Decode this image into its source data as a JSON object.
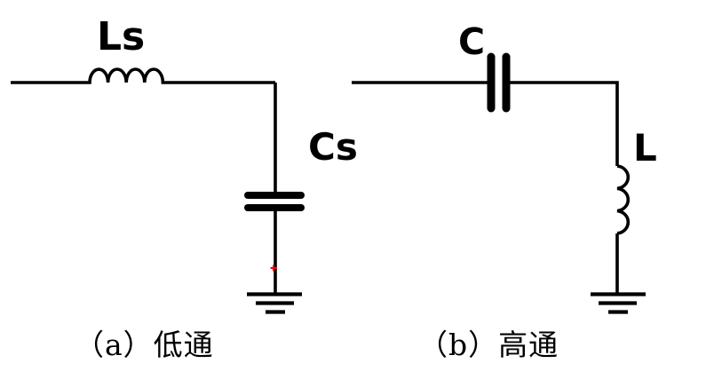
{
  "colors": {
    "background": "#ffffff",
    "line": "#000000",
    "marker": "#ff0000"
  },
  "left_circuit": {
    "inductor_label": "Ls",
    "capacitor_label": "Cs",
    "caption": "（a）低通"
  },
  "right_circuit": {
    "capacitor_label": "C",
    "inductor_label": "L",
    "caption": "（b）高通"
  }
}
